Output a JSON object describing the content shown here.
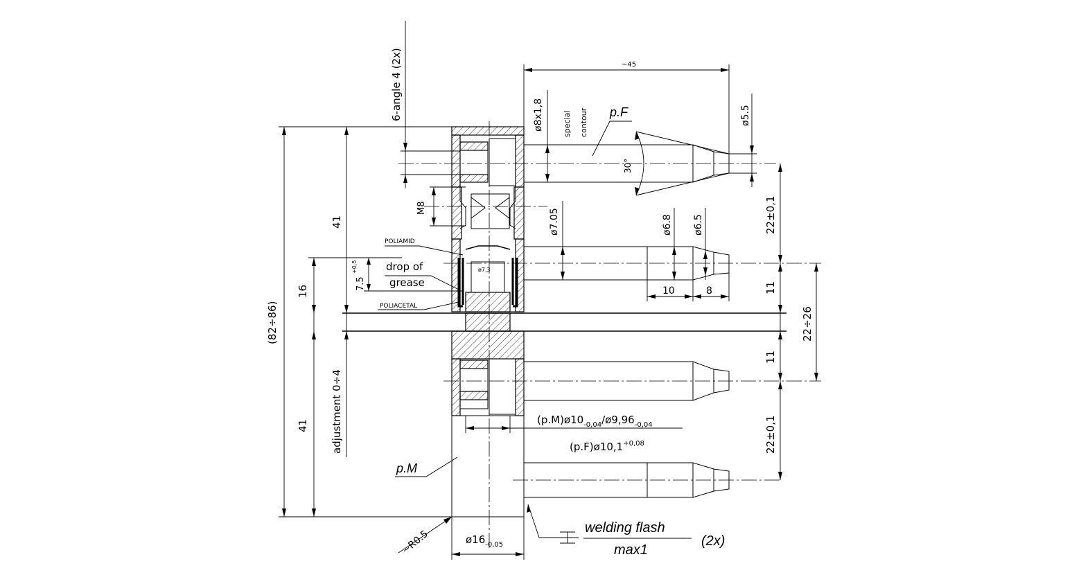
{
  "labels": {
    "hex_socket": "6-angle 4 (2x)",
    "approx_length": "~45",
    "dia_8x18": "ø8x1,8",
    "special_contour": "special",
    "special_contour_2": "contour",
    "pin_f": "p.F",
    "dia_55": "ø5.5",
    "angle_30": "30°",
    "m8": "M8",
    "dia_705": "ø7.05",
    "dia_68": "ø6.8",
    "dia_65": "ø6.5",
    "poliamid": "POLIAMID",
    "drop_of": "drop of",
    "grease": "grease",
    "poliacetal": "POLIACETAL",
    "dia_73": "ø7,3",
    "tol_75": "7.5",
    "tol_75_sup": "+0,5",
    "dim_41_top": "41",
    "dim_16": "16",
    "dim_82_86": "(82÷86)",
    "dim_41_bottom": "41",
    "adjustment": "adjustment 0÷4",
    "dim_10": "10",
    "dim_8": "8",
    "dim_22_top": "22±0,1",
    "dim_11_top": "11",
    "dim_22_26": "22÷26",
    "dim_11_bottom": "11",
    "dim_22_bottom": "22±0,1",
    "pm_tolerance_a": "(p.M)ø10",
    "pm_tolerance_a_sub": "-0,04",
    "pm_tolerance_b": "/ø9,96",
    "pm_tolerance_b_sub": "-0,04",
    "pf_tolerance": "(p.F)ø10,1",
    "pf_tolerance_sup": "+0,08",
    "pin_m": "p.M",
    "radius": "~R0.5",
    "dia_16": "ø16",
    "dia_16_sub": "-0,05",
    "weld_top": "welding flash",
    "weld_bottom": "max1",
    "weld_count": "(2x)"
  }
}
